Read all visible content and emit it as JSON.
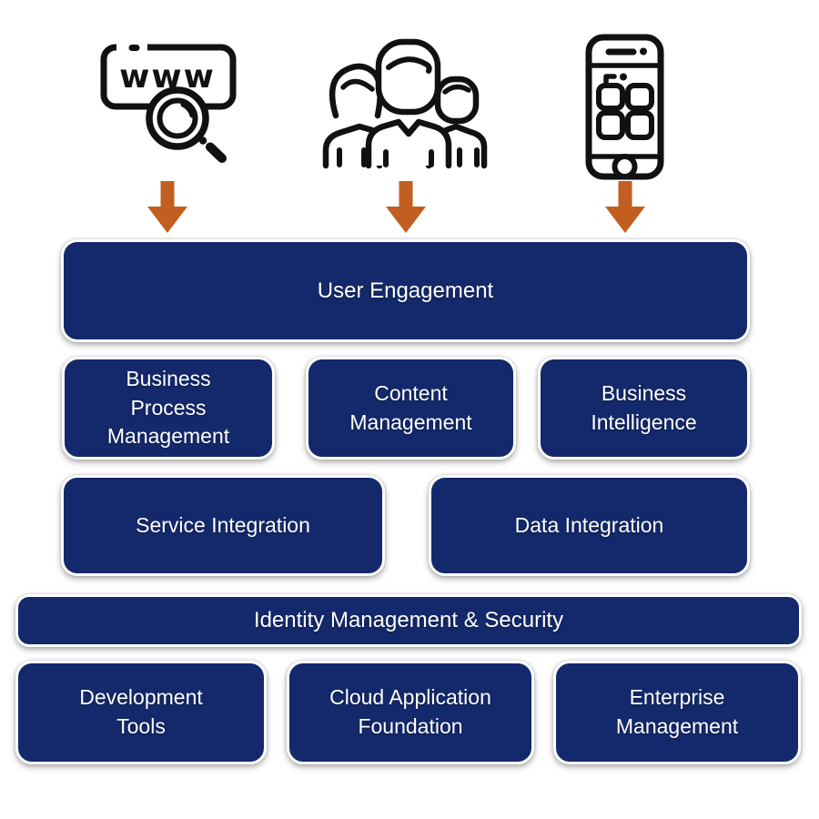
{
  "colors": {
    "box_fill": "#13296B",
    "box_border": "#FFFFFF",
    "box_text": "#FFFFFF",
    "arrow": "#C25E1F",
    "icon_stroke": "#111111",
    "background": "#FFFFFF"
  },
  "icons": [
    {
      "name": "www-search-icon",
      "www_label": "www"
    },
    {
      "name": "user-group-icon"
    },
    {
      "name": "smartphone-icon"
    }
  ],
  "arrows": [
    {
      "name": "down-arrow-icon"
    },
    {
      "name": "down-arrow-icon"
    },
    {
      "name": "down-arrow-icon"
    }
  ],
  "boxes": [
    {
      "id": "user-engagement",
      "label": "User Engagement"
    },
    {
      "id": "business-process-management",
      "label": "Business Process Management"
    },
    {
      "id": "content-management",
      "label": "Content Management"
    },
    {
      "id": "business-intelligence",
      "label": "Business Intelligence"
    },
    {
      "id": "service-integration",
      "label": "Service Integration"
    },
    {
      "id": "data-integration",
      "label": "Data Integration"
    },
    {
      "id": "identity-management-security",
      "label": "Identity Management & Security"
    },
    {
      "id": "development-tools",
      "label": "Development Tools"
    },
    {
      "id": "cloud-application-foundation",
      "label": "Cloud Application Foundation"
    },
    {
      "id": "enterprise-management",
      "label": "Enterprise Management"
    }
  ]
}
